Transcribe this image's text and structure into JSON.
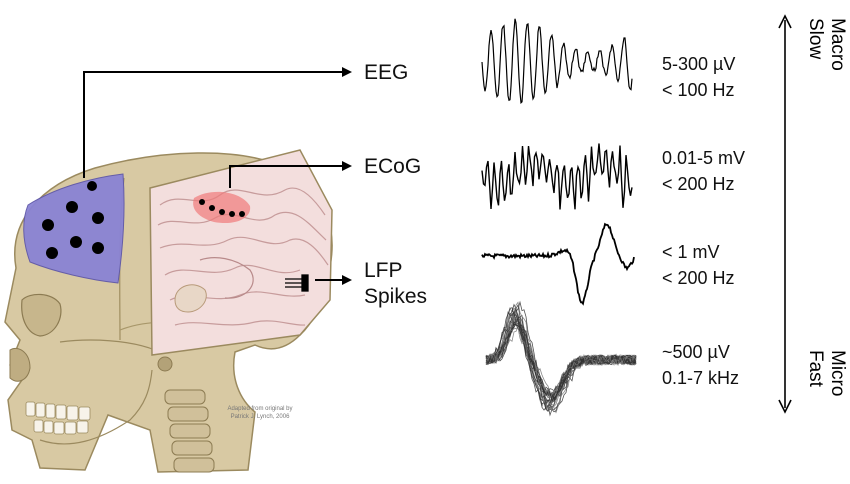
{
  "methods": [
    {
      "name": "EEG",
      "amplitude": "5-300 µV",
      "frequency": "< 100 Hz"
    },
    {
      "name": "ECoG",
      "amplitude": "0.01-5 mV",
      "frequency": "< 200 Hz"
    },
    {
      "name": "LFP\nSpikes",
      "amplitude": "< 1 mV",
      "frequency": "< 200 Hz"
    },
    {
      "amplitude": "~500 µV",
      "frequency": "0.1-7 kHz"
    }
  ],
  "scale_axis": {
    "top": {
      "line1": "Macro",
      "line2": "Slow"
    },
    "bottom": {
      "line1": "Micro",
      "line2": "Fast"
    }
  },
  "credit": {
    "line1": "Adapted from original by",
    "line2": "Patrick J. Lynch, 2006"
  },
  "colors": {
    "bone": "#d8c9a3",
    "bone_outline": "#9b8a5f",
    "eeg_cap": "#8a83d4",
    "ecog_patch": "#f07a7a",
    "brain": "#f3dedd",
    "trace": "#000000"
  }
}
